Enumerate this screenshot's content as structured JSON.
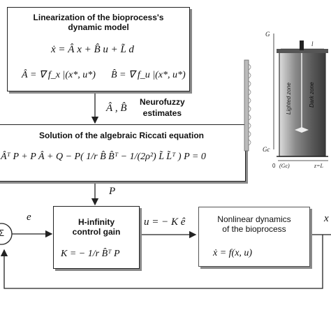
{
  "blocks": {
    "linearization": {
      "title_line1": "Linearization of the bioprocess's",
      "title_line2": "dynamic model",
      "eq1": "ẋ = Â x + B̂ u + L̃ d",
      "eq2a": "Â = ∇ f_x |(x*, u*)",
      "eq2b": "B̂ = ∇ f_u |(x*, u*)"
    },
    "neurofuzzy": {
      "symbols": "Â , B̂",
      "line1": "Neurofuzzy",
      "line2": "estimates"
    },
    "riccati": {
      "title": "Solution of the algebraic Riccati equation",
      "equation": "Âᵀ P + P Â + Q − P( 1/r B̂ B̂ᵀ − 1/(2ρ²) L̃ L̃ᵀ ) P = 0"
    },
    "signal_P": "P",
    "signal_e": "e",
    "sum_symbol": "Σ",
    "hinf": {
      "line1": "H-infinity",
      "line2": "control gain",
      "equation": "K = − 1/r B̂ᵀ P"
    },
    "control_signal": "u = − K ê",
    "plant": {
      "line1": "Nonlinear dynamics",
      "line2": "of the  bioprocess",
      "equation": "ẋ = f(x, u)"
    },
    "output_signal": "x",
    "reactor": {
      "top_label": "G",
      "bottom_label": "Gc",
      "width_label": "l",
      "lighted_zone": "Lighted zone",
      "dark_zone": "Dark zone",
      "axis_start": "0",
      "axis_start_paren": "(Gc)",
      "axis_end": "z=L"
    }
  }
}
